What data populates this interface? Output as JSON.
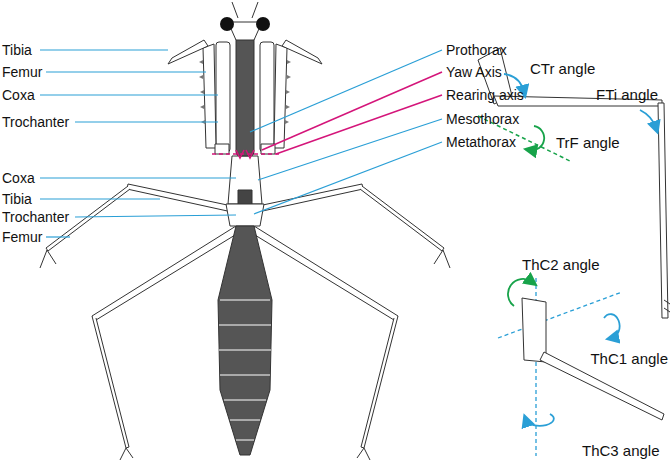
{
  "diagram": {
    "labels": [
      "Tibia",
      "Femur",
      "Coxa",
      "Trochanter",
      "Coxa",
      "Tibia",
      "Trochanter",
      "Femur",
      "Prothorax",
      "Yaw Axis",
      "Rearing axis",
      "Mesothorax",
      "Metathorax",
      "CTr angle",
      "FTi angle",
      "TrF angle",
      "ThC2 angle",
      "ThC1 angle",
      "ThC3 angle"
    ]
  }
}
